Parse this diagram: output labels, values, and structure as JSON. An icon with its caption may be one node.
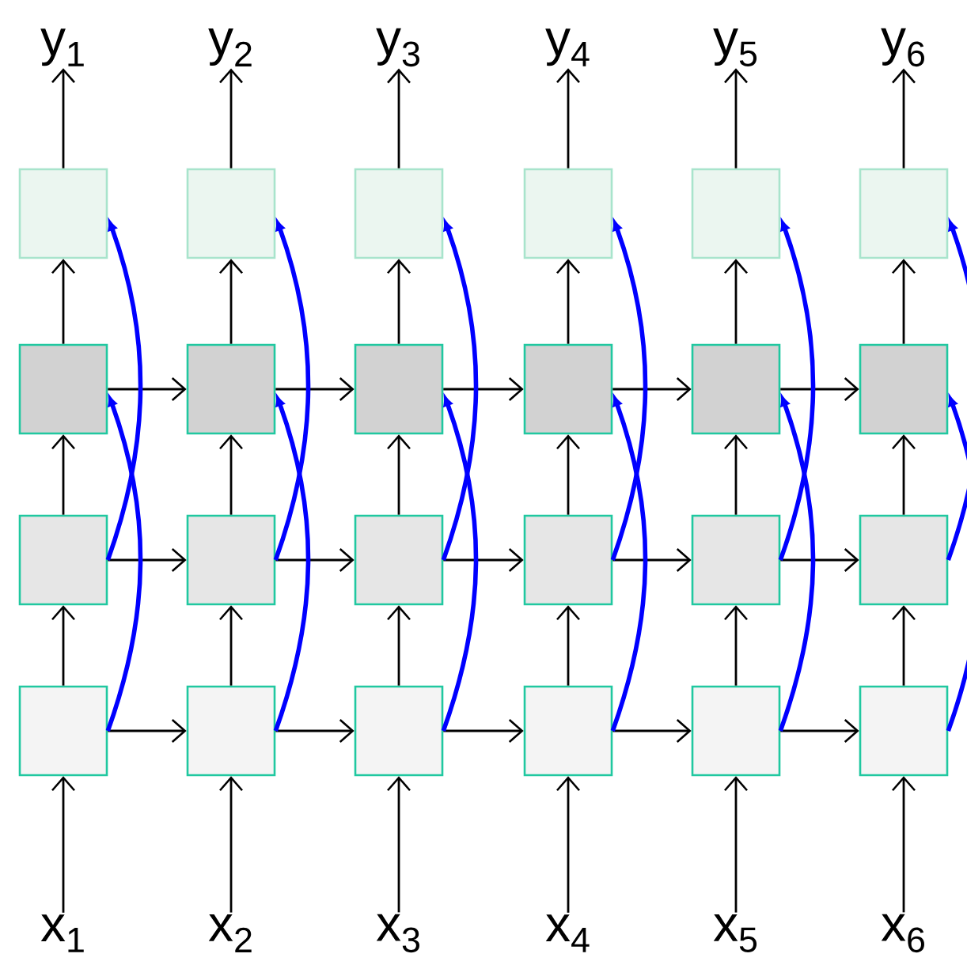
{
  "diagram": {
    "nodes": [
      {
        "text": [
          "y$_{1}$"
        ]
      },
      {
        "text": [
          "y$_{2}$"
        ]
      },
      {
        "text": [
          "y$_{3}$"
        ]
      },
      {
        "text": [
          "y$_{4}$"
        ]
      },
      {
        "text": [
          "y$_{5}$"
        ]
      },
      {
        "text": [
          "y$_{6}$"
        ]
      },
      {
        "text": [],
        "shape": "box"
      },
      {
        "text": [],
        "shape": "box"
      },
      {
        "text": [],
        "shape": "box"
      },
      {
        "text": [],
        "shape": "box"
      },
      {
        "text": [],
        "shape": "box"
      },
      {
        "text": [],
        "shape": "box"
      },
      {
        "text": [],
        "shape": "box"
      },
      {
        "text": [],
        "shape": "box"
      },
      {
        "text": [],
        "shape": "box"
      },
      {
        "text": [],
        "shape": "box"
      },
      {
        "text": [],
        "shape": "box"
      },
      {
        "text": [],
        "shape": "box"
      },
      {
        "text": [],
        "shape": "box"
      },
      {
        "text": [],
        "shape": "box"
      },
      {
        "text": [],
        "shape": "box"
      },
      {
        "text": [],
        "shape": "box"
      },
      {
        "text": [],
        "shape": "box"
      },
      {
        "text": [],
        "shape": "box"
      },
      {
        "text": [],
        "shape": "box"
      },
      {
        "text": [],
        "shape": "box"
      },
      {
        "text": [],
        "shape": "box"
      },
      {
        "text": [],
        "shape": "box"
      },
      {
        "text": [],
        "shape": "box"
      },
      {
        "text": [],
        "shape": "box"
      },
      {
        "text": [
          "x$_{1}$"
        ]
      },
      {
        "text": [
          "x$_{2}$"
        ]
      },
      {
        "text": [
          "x$_{3}$"
        ]
      },
      {
        "text": [
          "x$_{4}$"
        ]
      },
      {
        "text": [
          "x$_{5}$"
        ]
      },
      {
        "text": [
          "x$_{6}$"
        ]
      }
    ],
    "edges": [
      {
        "from": 30,
        "to": 24,
        "arrow": "to"
      },
      {
        "from": 24,
        "to": 18,
        "arrow": "to"
      },
      {
        "from": 18,
        "to": 12,
        "arrow": "to"
      },
      {
        "from": 12,
        "to": 6,
        "arrow": "to"
      },
      {
        "from": 6,
        "to": 0,
        "arrow": "to"
      },
      {
        "from": 31,
        "to": 25,
        "arrow": "to"
      },
      {
        "from": 25,
        "to": 19,
        "arrow": "to"
      },
      {
        "from": 19,
        "to": 13,
        "arrow": "to"
      },
      {
        "from": 13,
        "to": 7,
        "arrow": "to"
      },
      {
        "from": 7,
        "to": 1,
        "arrow": "to"
      },
      {
        "from": 32,
        "to": 26,
        "arrow": "to"
      },
      {
        "from": 26,
        "to": 20,
        "arrow": "to"
      },
      {
        "from": 20,
        "to": 14,
        "arrow": "to"
      },
      {
        "from": 14,
        "to": 8,
        "arrow": "to"
      },
      {
        "from": 8,
        "to": 2,
        "arrow": "to"
      },
      {
        "from": 33,
        "to": 27,
        "arrow": "to"
      },
      {
        "from": 27,
        "to": 21,
        "arrow": "to"
      },
      {
        "from": 21,
        "to": 15,
        "arrow": "to"
      },
      {
        "from": 15,
        "to": 9,
        "arrow": "to"
      },
      {
        "from": 9,
        "to": 3,
        "arrow": "to"
      },
      {
        "from": 34,
        "to": 28,
        "arrow": "to"
      },
      {
        "from": 28,
        "to": 22,
        "arrow": "to"
      },
      {
        "from": 22,
        "to": 16,
        "arrow": "to"
      },
      {
        "from": 16,
        "to": 10,
        "arrow": "to"
      },
      {
        "from": 10,
        "to": 4,
        "arrow": "to"
      },
      {
        "from": 35,
        "to": 29,
        "arrow": "to"
      },
      {
        "from": 29,
        "to": 23,
        "arrow": "to"
      },
      {
        "from": 23,
        "to": 17,
        "arrow": "to"
      },
      {
        "from": 17,
        "to": 11,
        "arrow": "to"
      },
      {
        "from": 11,
        "to": 5,
        "arrow": "to"
      },
      {
        "from": 12,
        "to": 13,
        "arrow": "to"
      },
      {
        "from": 13,
        "to": 14,
        "arrow": "to"
      },
      {
        "from": 14,
        "to": 15,
        "arrow": "to"
      },
      {
        "from": 15,
        "to": 16,
        "arrow": "to"
      },
      {
        "from": 16,
        "to": 17,
        "arrow": "to"
      },
      {
        "from": 18,
        "to": 19,
        "arrow": "to"
      },
      {
        "from": 19,
        "to": 20,
        "arrow": "to"
      },
      {
        "from": 20,
        "to": 21,
        "arrow": "to"
      },
      {
        "from": 21,
        "to": 22,
        "arrow": "to"
      },
      {
        "from": 22,
        "to": 23,
        "arrow": "to"
      },
      {
        "from": 24,
        "to": 25,
        "arrow": "to"
      },
      {
        "from": 25,
        "to": 26,
        "arrow": "to"
      },
      {
        "from": 26,
        "to": 27,
        "arrow": "to"
      },
      {
        "from": 27,
        "to": 28,
        "arrow": "to"
      },
      {
        "from": 28,
        "to": 29,
        "arrow": "to"
      },
      {
        "from": 24,
        "to": 12,
        "arrow": "to",
        "color": "#0000ff"
      },
      {
        "from": 18,
        "to": 6,
        "arrow": "to",
        "color": "#0000ff"
      },
      {
        "from": 25,
        "to": 13,
        "arrow": "to",
        "color": "#0000ff"
      },
      {
        "from": 19,
        "to": 7,
        "arrow": "to",
        "color": "#0000ff"
      },
      {
        "from": 26,
        "to": 14,
        "arrow": "to",
        "color": "#0000ff"
      },
      {
        "from": 20,
        "to": 8,
        "arrow": "to",
        "color": "#0000ff"
      },
      {
        "from": 27,
        "to": 15,
        "arrow": "to",
        "color": "#0000ff"
      },
      {
        "from": 21,
        "to": 9,
        "arrow": "to",
        "color": "#0000ff"
      },
      {
        "from": 28,
        "to": 16,
        "arrow": "to",
        "color": "#0000ff"
      },
      {
        "from": 22,
        "to": 10,
        "arrow": "to",
        "color": "#0000ff"
      },
      {
        "from": 29,
        "to": 17,
        "arrow": "to",
        "color": "#0000ff"
      },
      {
        "from": 23,
        "to": 11,
        "arrow": "to",
        "color": "#0000ff"
      }
    ]
  }
}
